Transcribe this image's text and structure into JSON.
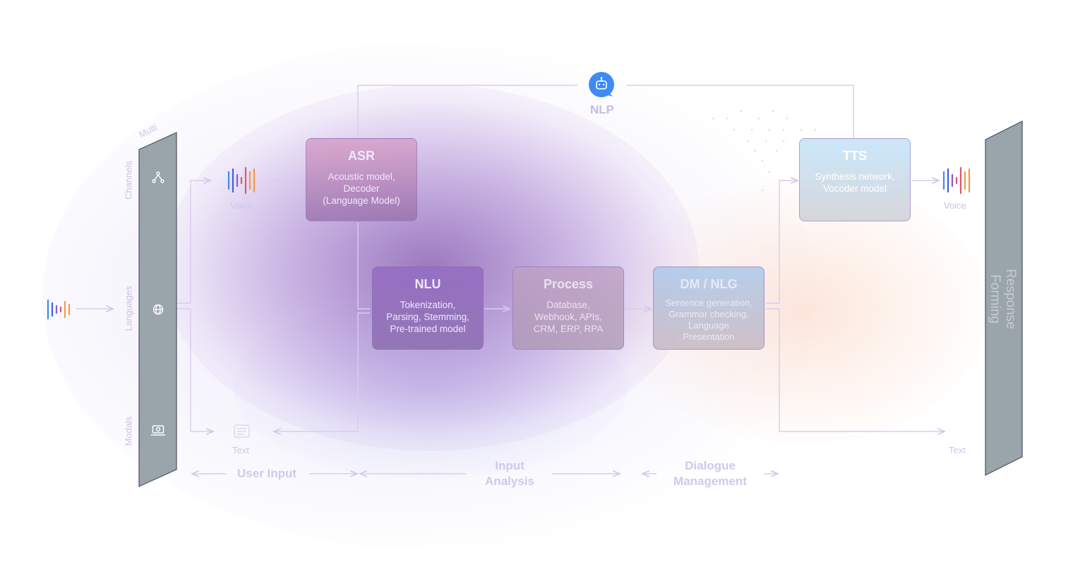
{
  "nlp": {
    "label": "NLP",
    "icon": "robot-chat-icon"
  },
  "left_panel": {
    "top_label": "Multi",
    "sections": [
      {
        "label": "Channels",
        "icon": "network-icon"
      },
      {
        "label": "Languages",
        "icon": "globe-icon"
      },
      {
        "label": "Modals",
        "icon": "screen-share-icon"
      }
    ]
  },
  "right_panel": {
    "label": "Response Forming"
  },
  "inputs": {
    "voice": "Voice",
    "text": "Text"
  },
  "outputs": {
    "voice": "Voice",
    "text": "Text"
  },
  "boxes": {
    "asr": {
      "title": "ASR",
      "desc": "Acoustic model,\nDecoder\n(Language Model)"
    },
    "nlu": {
      "title": "NLU",
      "desc": "Tokenization,\nParsing, Stemming,\nPre-trained model"
    },
    "process": {
      "title": "Process",
      "desc": "Database,\nWebhook, APIs,\nCRM, ERP, RPA"
    },
    "dm_nlg": {
      "title": "DM / NLG",
      "desc": "Sentence generation,\nGrammar checking,\nLanguage\nPresentation"
    },
    "tts": {
      "title": "TTS",
      "desc": "Synthesis network,\nVocoder model"
    }
  },
  "phases": {
    "user_input": "User Input",
    "input_analysis": "Input\nAnalysis",
    "dialogue_management": "Dialogue\nManagement"
  },
  "colors": {
    "nlp_badge": "#3e8bf4",
    "panel": "#9aa4ab",
    "line": "#d6cdee",
    "wave": [
      "#3e8bf4",
      "#4c5bd8",
      "#8a5ad0",
      "#e4556a",
      "#f29a4a"
    ]
  }
}
